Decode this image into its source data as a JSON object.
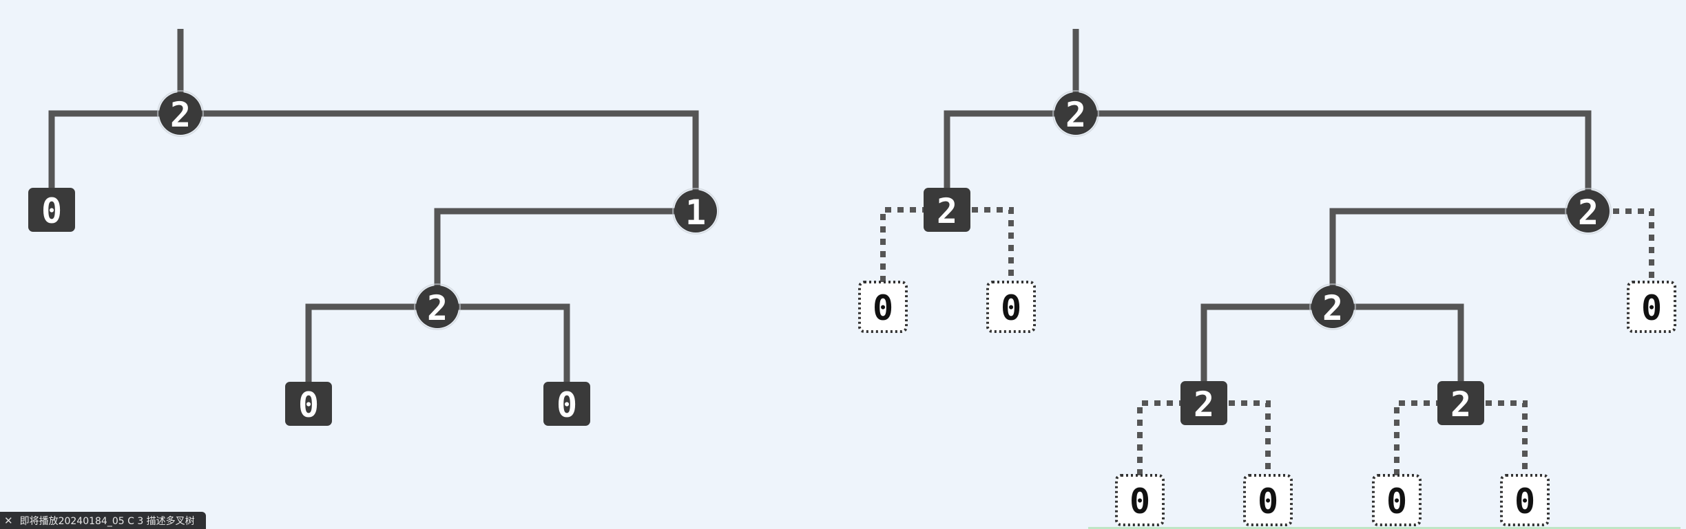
{
  "colors": {
    "background": "#eef4fb",
    "edge": "#555555",
    "node_fill": "#3a3a3a",
    "node_text": "#ffffff",
    "leaf_dotted_fill": "#ffffff",
    "leaf_dotted_text": "#111111"
  },
  "left_tree": {
    "nodes": [
      {
        "id": "L-root",
        "label": "2",
        "kind": "circle"
      },
      {
        "id": "L-a",
        "label": "0",
        "kind": "square"
      },
      {
        "id": "L-b",
        "label": "1",
        "kind": "circle"
      },
      {
        "id": "L-c",
        "label": "2",
        "kind": "circle"
      },
      {
        "id": "L-d",
        "label": "0",
        "kind": "square"
      },
      {
        "id": "L-e",
        "label": "0",
        "kind": "square"
      }
    ]
  },
  "right_tree": {
    "nodes": [
      {
        "id": "R-root",
        "label": "2",
        "kind": "circle"
      },
      {
        "id": "R-a",
        "label": "2",
        "kind": "square"
      },
      {
        "id": "R-b",
        "label": "2",
        "kind": "circle"
      },
      {
        "id": "R-a0",
        "label": "0",
        "kind": "dotted"
      },
      {
        "id": "R-a1",
        "label": "0",
        "kind": "dotted"
      },
      {
        "id": "R-c",
        "label": "2",
        "kind": "circle"
      },
      {
        "id": "R-b1",
        "label": "0",
        "kind": "dotted"
      },
      {
        "id": "R-d",
        "label": "2",
        "kind": "square"
      },
      {
        "id": "R-e",
        "label": "2",
        "kind": "square"
      },
      {
        "id": "R-d0",
        "label": "0",
        "kind": "dotted"
      },
      {
        "id": "R-d1",
        "label": "0",
        "kind": "dotted"
      },
      {
        "id": "R-e0",
        "label": "0",
        "kind": "dotted"
      },
      {
        "id": "R-e1",
        "label": "0",
        "kind": "dotted"
      }
    ]
  },
  "toast": {
    "close_icon": "close-icon",
    "text": "即将播放20240184_05 C 3 描述多叉树"
  }
}
